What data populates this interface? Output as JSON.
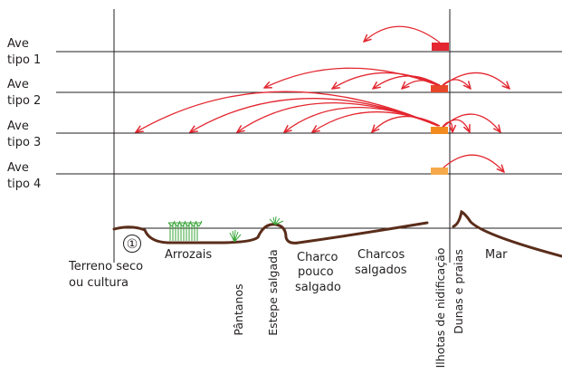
{
  "birds": [
    {
      "line1": "Ave",
      "line2": "tipo 1",
      "marker_color": "#e3262f"
    },
    {
      "line1": "Ave",
      "line2": "tipo 2",
      "marker_color": "#e8462a"
    },
    {
      "line1": "Ave",
      "line2": "tipo 3",
      "marker_color": "#f28a1e"
    },
    {
      "line1": "Ave",
      "line2": "tipo 4",
      "marker_color": "#f5a94a"
    }
  ],
  "zone_marker": "①",
  "zones": {
    "terreno_line1": "Terreno seco",
    "terreno_line2": "ou cultura",
    "arrozais": "Arrozais",
    "pantanos": "Pântanos",
    "estepe": "Estepe salgada",
    "charco_line1": "Charco",
    "charco_line2": "pouco",
    "charco_line3": "salgado",
    "charcos_line1": "Charcos",
    "charcos_line2": "salgados",
    "ilhotas": "Ilhotas de nidificação",
    "dunas": "Dunas e praias",
    "mar": "Mar"
  },
  "colors": {
    "arrow": "#e3262f",
    "ground": "#5a2d1a",
    "vegetation": "#3aa63a",
    "lines": "#231f20"
  }
}
